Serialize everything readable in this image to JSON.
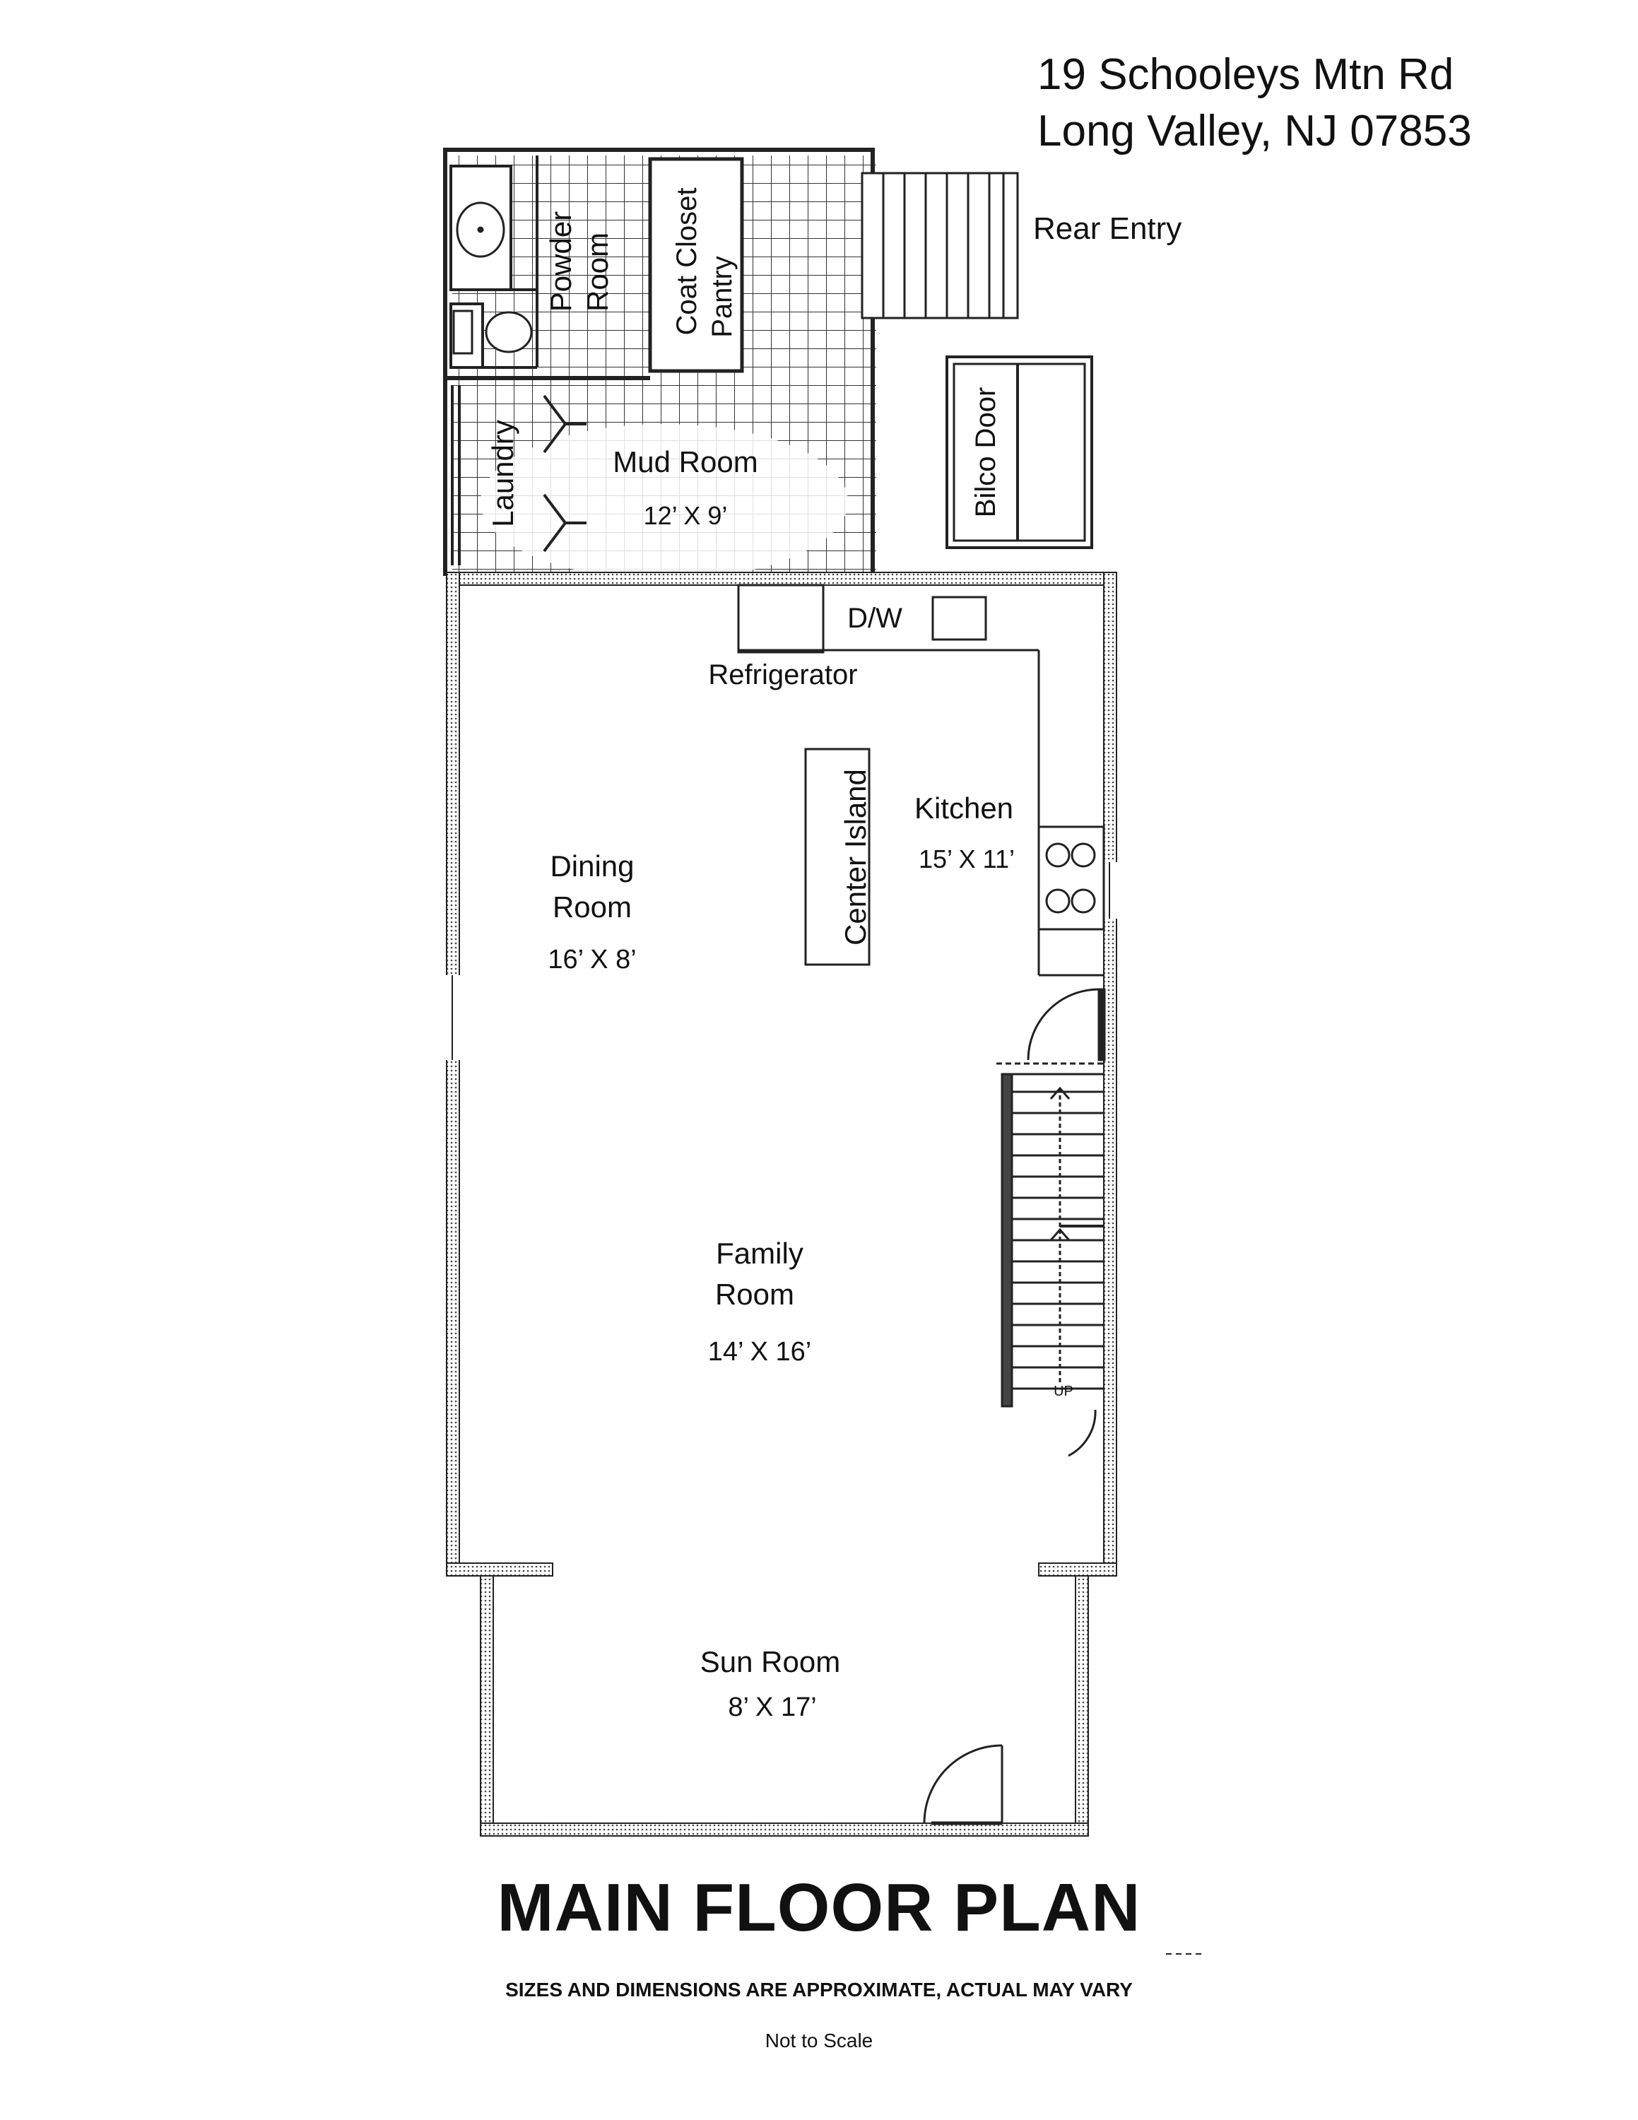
{
  "address": {
    "line1": "19 Schooleys Mtn Rd",
    "line2": "Long Valley, NJ 07853"
  },
  "labels": {
    "rear_entry": "Rear Entry",
    "powder_room_1": "Powder",
    "powder_room_2": "Room",
    "coat_closet": "Coat Closet",
    "pantry": "Pantry",
    "laundry": "Laundry",
    "mud_room": "Mud Room",
    "mud_room_size": "12’ X 9’",
    "bilco_door": "Bilco Door",
    "dw": "D/W",
    "refrigerator": "Refrigerator",
    "center_island": "Center Island",
    "kitchen": "Kitchen",
    "kitchen_size": "15’ X 11’",
    "dining_1": "Dining",
    "dining_2": "Room",
    "dining_size": "16’ X 8’",
    "family_1": "Family",
    "family_2": "Room",
    "family_size": "14’ X 16’",
    "sun_room": "Sun Room",
    "sun_room_size": "8’ X 17’",
    "stair_up": "UP"
  },
  "footer": {
    "title": "MAIN FLOOR PLAN",
    "disclaimer": "SIZES AND DIMENSIONS ARE APPROXIMATE, ACTUAL MAY VARY",
    "scale_note": "Not to Scale"
  }
}
